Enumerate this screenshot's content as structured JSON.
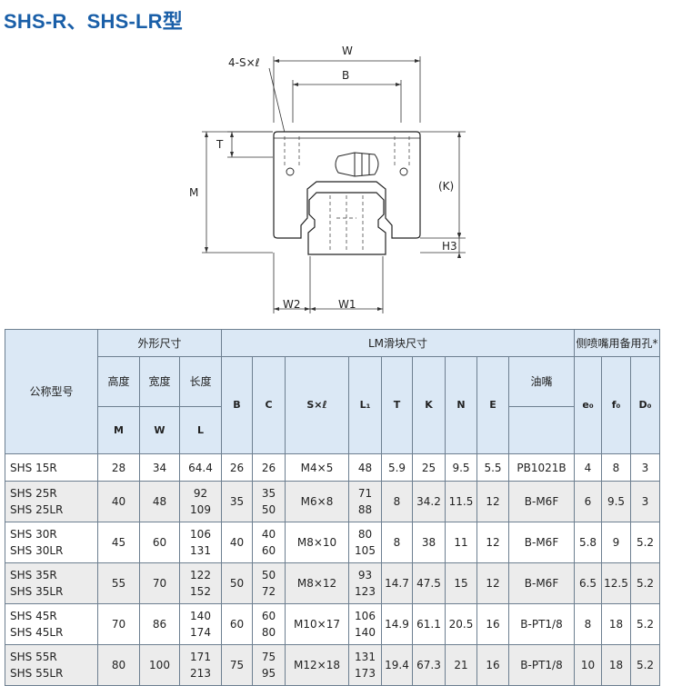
{
  "title": "SHS-R、SHS-LR型",
  "drawing": {
    "dim_W": "W",
    "dim_B": "B",
    "dim_S": "4-S×ℓ",
    "dim_T": "T",
    "dim_M": "M",
    "dim_K": "(K)",
    "dim_H3": "H3",
    "dim_W2": "W2",
    "dim_W1": "W1"
  },
  "table": {
    "header": {
      "model": "公称型号",
      "outer": "外形尺寸",
      "block": "LM滑块尺寸",
      "side": "侧喷嘴用备用孔*",
      "height": "高度",
      "width": "宽度",
      "length": "长度",
      "oil": "油嘴",
      "sym_M": "M",
      "sym_W": "W",
      "sym_L": "L",
      "sym_B": "B",
      "sym_C": "C",
      "sym_S": "S×ℓ",
      "sym_L1": "L₁",
      "sym_T": "T",
      "sym_K": "K",
      "sym_N": "N",
      "sym_E": "E",
      "sym_e0": "e₀",
      "sym_f0": "f₀",
      "sym_D0": "D₀"
    },
    "rows": [
      {
        "m1": "SHS 15R",
        "m2": "",
        "M": "28",
        "W": "34",
        "L1": "64.4",
        "L2": "",
        "B": "26",
        "C1": "26",
        "C2": "",
        "S": "M4×5",
        "Lb1": "48",
        "Lb2": "",
        "T": "5.9",
        "K": "25",
        "N": "9.5",
        "E": "5.5",
        "oil": "PB1021B",
        "e0": "4",
        "f0": "8",
        "D0": "3"
      },
      {
        "m1": "SHS 25R",
        "m2": "SHS 25LR",
        "M": "40",
        "W": "48",
        "L1": "92",
        "L2": "109",
        "B": "35",
        "C1": "35",
        "C2": "50",
        "S": "M6×8",
        "Lb1": "71",
        "Lb2": "88",
        "T": "8",
        "K": "34.2",
        "N": "11.5",
        "E": "12",
        "oil": "B-M6F",
        "e0": "6",
        "f0": "9.5",
        "D0": "3"
      },
      {
        "m1": "SHS 30R",
        "m2": "SHS 30LR",
        "M": "45",
        "W": "60",
        "L1": "106",
        "L2": "131",
        "B": "40",
        "C1": "40",
        "C2": "60",
        "S": "M8×10",
        "Lb1": "80",
        "Lb2": "105",
        "T": "8",
        "K": "38",
        "N": "11",
        "E": "12",
        "oil": "B-M6F",
        "e0": "5.8",
        "f0": "9",
        "D0": "5.2"
      },
      {
        "m1": "SHS 35R",
        "m2": "SHS 35LR",
        "M": "55",
        "W": "70",
        "L1": "122",
        "L2": "152",
        "B": "50",
        "C1": "50",
        "C2": "72",
        "S": "M8×12",
        "Lb1": "93",
        "Lb2": "123",
        "T": "14.7",
        "K": "47.5",
        "N": "15",
        "E": "12",
        "oil": "B-M6F",
        "e0": "6.5",
        "f0": "12.5",
        "D0": "5.2"
      },
      {
        "m1": "SHS 45R",
        "m2": "SHS 45LR",
        "M": "70",
        "W": "86",
        "L1": "140",
        "L2": "174",
        "B": "60",
        "C1": "60",
        "C2": "80",
        "S": "M10×17",
        "Lb1": "106",
        "Lb2": "140",
        "T": "14.9",
        "K": "61.1",
        "N": "20.5",
        "E": "16",
        "oil": "B-PT1/8",
        "e0": "8",
        "f0": "18",
        "D0": "5.2"
      },
      {
        "m1": "SHS 55R",
        "m2": "SHS 55LR",
        "M": "80",
        "W": "100",
        "L1": "171",
        "L2": "213",
        "B": "75",
        "C1": "75",
        "C2": "95",
        "S": "M12×18",
        "Lb1": "131",
        "Lb2": "173",
        "T": "19.4",
        "K": "67.3",
        "N": "21",
        "E": "16",
        "oil": "B-PT1/8",
        "e0": "10",
        "f0": "18",
        "D0": "5.2"
      }
    ]
  }
}
